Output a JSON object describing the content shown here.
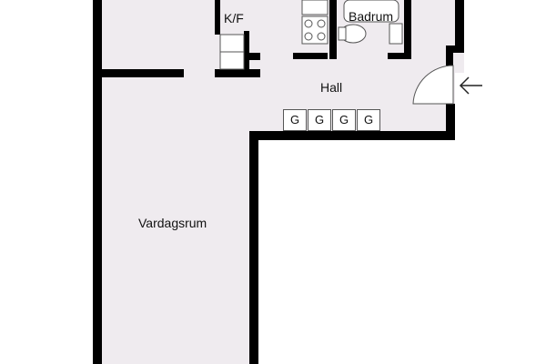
{
  "rooms": {
    "kitchen": "K/F",
    "bathroom": "Badrum",
    "hall": "Hall",
    "living": "Vardagsrum"
  },
  "wardrobes": [
    "G",
    "G",
    "G",
    "G"
  ],
  "entrance_arrow": "←",
  "colors": {
    "floor": "#efebef",
    "wall": "#000000",
    "fixture_stroke": "#555555"
  }
}
